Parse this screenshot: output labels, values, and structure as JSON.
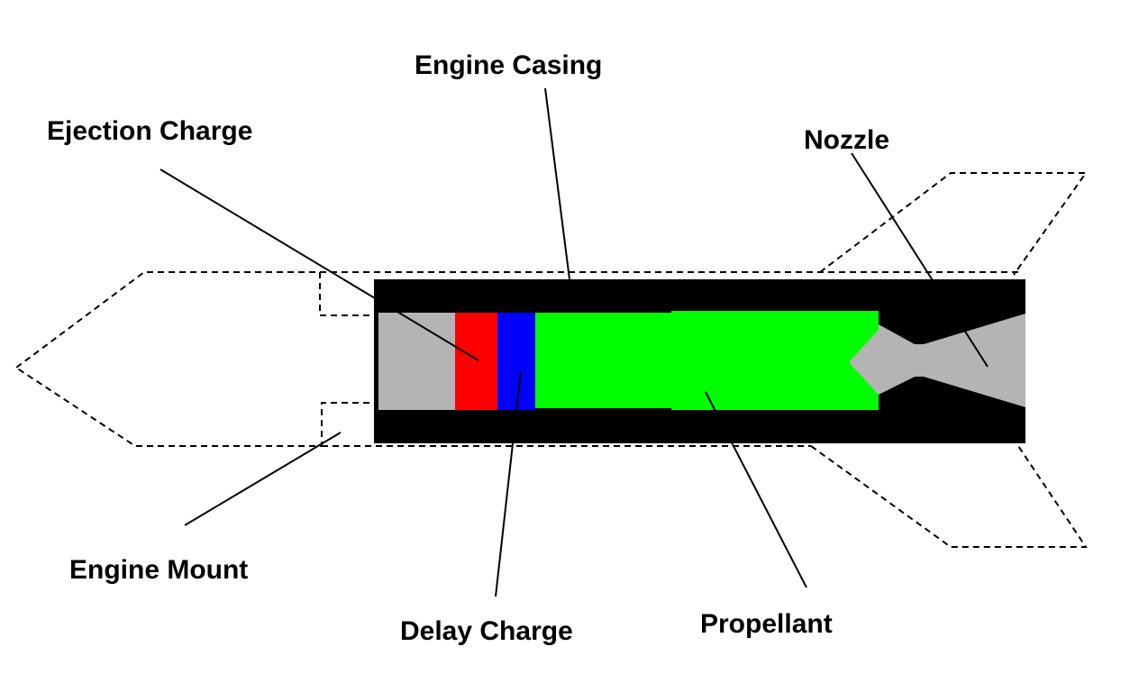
{
  "colors": {
    "casing": "#000000",
    "ejection_charge": "#ff0000",
    "delay_charge": "#0000ff",
    "propellant": "#00ff00",
    "cap_and_exhaust": "#b4b4b4",
    "outline": "#000000"
  },
  "labels": {
    "engine_casing": "Engine Casing",
    "ejection_charge": "Ejection Charge",
    "nozzle": "Nozzle",
    "engine_mount": "Engine Mount",
    "delay_charge": "Delay Charge",
    "propellant": "Propellant"
  }
}
